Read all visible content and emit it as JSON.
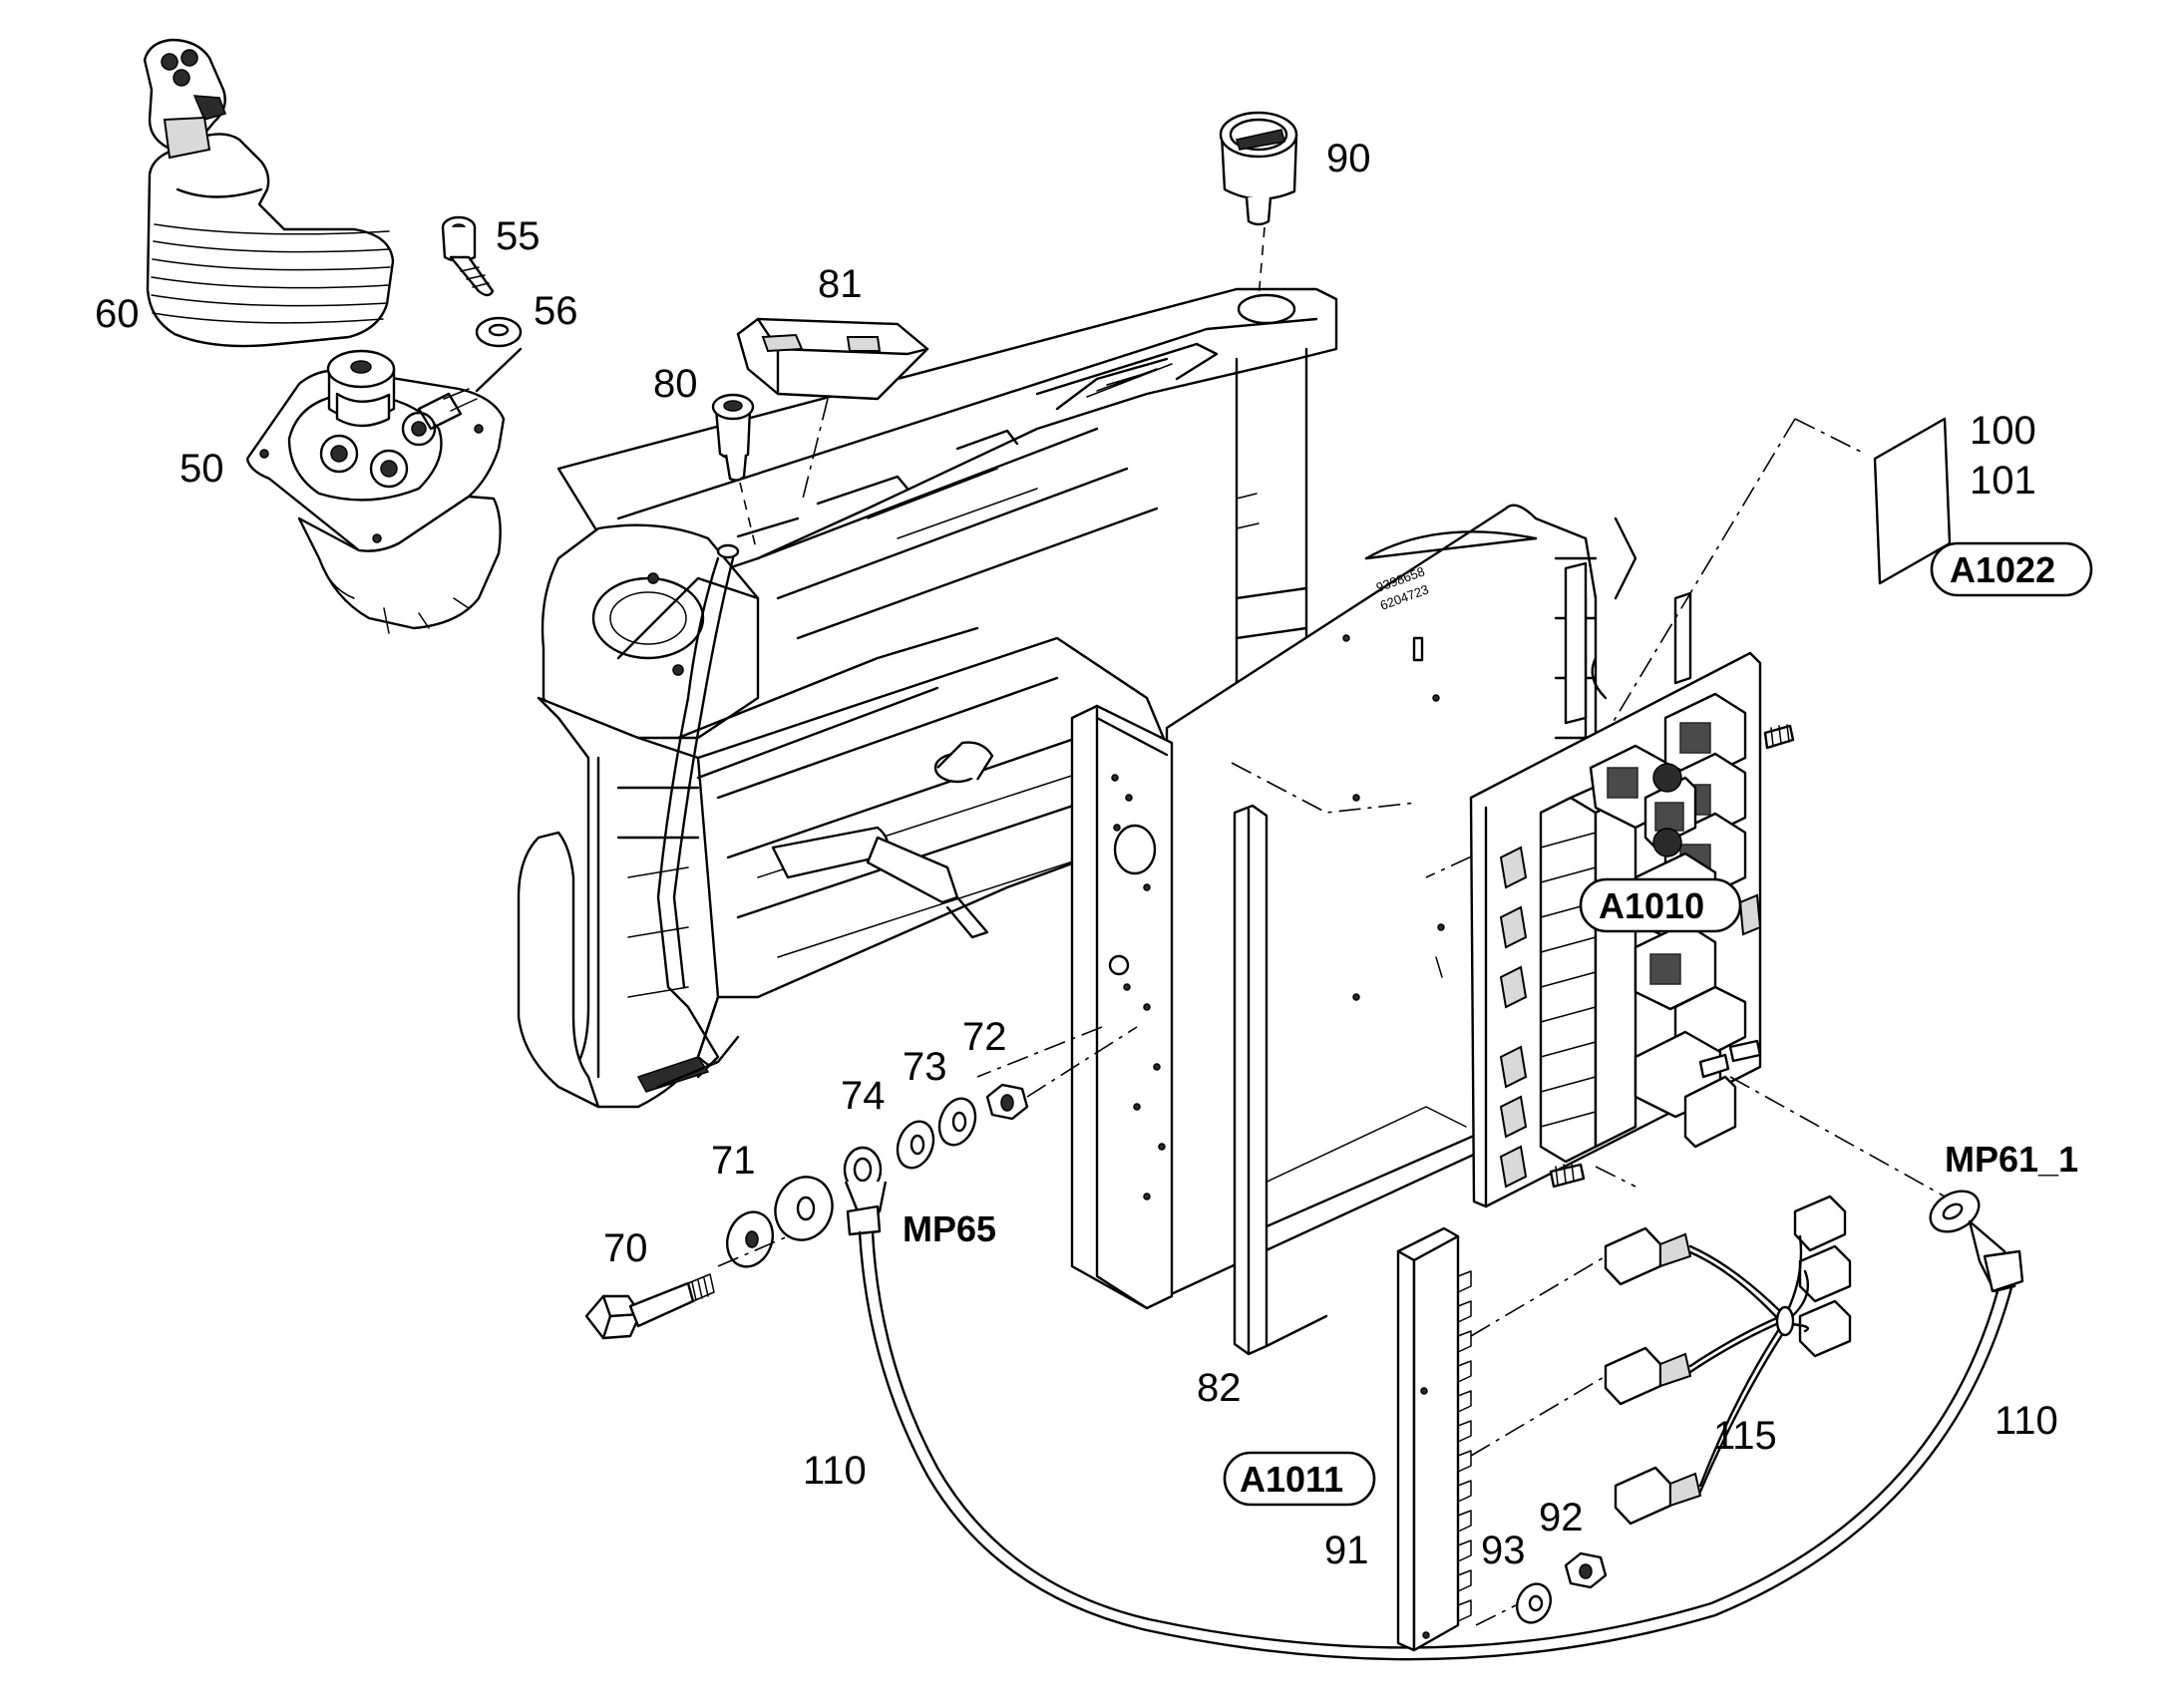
{
  "diagram": {
    "type": "exploded-parts-view",
    "callouts": {
      "c50": "50",
      "c55": "55",
      "c56": "56",
      "c60": "60",
      "c70": "70",
      "c71": "71",
      "c72": "72",
      "c73": "73",
      "c74": "74",
      "c80": "80",
      "c81": "81",
      "c82": "82",
      "c90": "90",
      "c91": "91",
      "c92": "92",
      "c93": "93",
      "c100": "100",
      "c101": "101",
      "c110_left": "110",
      "c110_right": "110",
      "c115": "115"
    },
    "tags": {
      "mp65": "MP65",
      "mp61_1": "MP61_1",
      "a1010": "A1010",
      "a1011": "A1011",
      "a1022": "A1022"
    },
    "frame_marking_1": "9398658",
    "frame_marking_2": "6204723"
  }
}
